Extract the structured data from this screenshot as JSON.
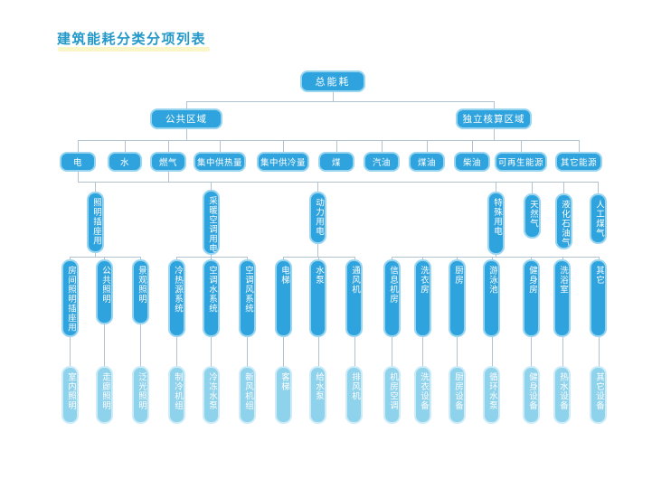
{
  "title": "建筑能耗分类分项列表",
  "tree": {
    "root": "总能耗",
    "level2": [
      "公共区域",
      "独立核算区域"
    ],
    "level3": [
      "电",
      "水",
      "燃气",
      "集中供热量",
      "集中供冷量",
      "煤",
      "汽油",
      "煤油",
      "柴油",
      "可再生能源",
      "其它能源"
    ],
    "level4": [
      "照明插座用电",
      "采暖空调用电",
      "动力用电",
      "特殊用电",
      "天然气",
      "液化石油气",
      "人工煤气"
    ],
    "level5": [
      "房间照明插座用电",
      "公共照明",
      "景观照明",
      "冷热源系统",
      "空调水系统",
      "空调风系统",
      "电梯",
      "水泵",
      "通风机",
      "信息机房",
      "洗衣房",
      "厨房",
      "游泳池",
      "健身房",
      "洗浴室",
      "其它"
    ],
    "level6": [
      "室内照明",
      "走廊照明",
      "泛光照明",
      "制冷机组",
      "冷冻水泵",
      "新风机组",
      "客梯",
      "给水泵",
      "排风机",
      "机房空调",
      "洗衣设备",
      "厨房设备",
      "循环水泵",
      "健身设备",
      "热水设备",
      "其它设备"
    ]
  },
  "colors": {
    "node": "#2fa3de",
    "nodeBorder": "#9ad5f0",
    "nodeLight": "#8fd2ec",
    "nodeLiteBorder": "#cdecf8",
    "line": "#b3c2cf",
    "title": "#2398c9",
    "hl": "#f9f3b5"
  }
}
